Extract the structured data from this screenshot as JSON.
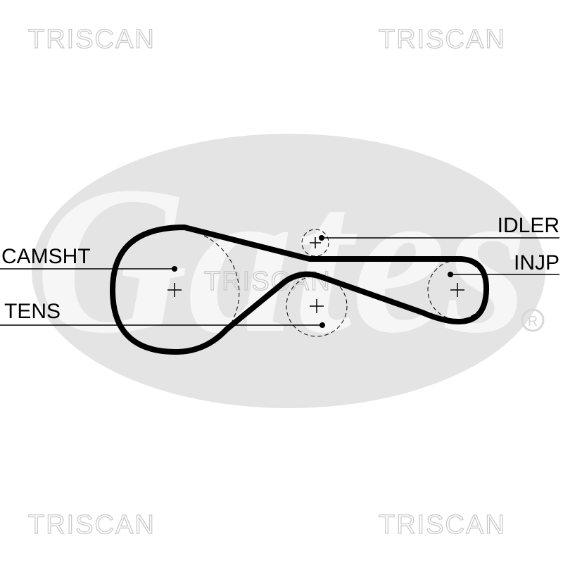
{
  "watermarks": {
    "top_left": "TRISCAN",
    "top_right": "TRISCAN",
    "center": "TRISCAN",
    "bottom_left": "TRISCAN",
    "bottom_right": "TRISCAN"
  },
  "logo": {
    "text": "Gates",
    "registered": "®"
  },
  "labels": {
    "idler": "IDLER",
    "injp": "INJP",
    "camshaft": "CAMSHT",
    "tensioner": "TENS"
  },
  "colors": {
    "belt": "#000000",
    "logo_background": "#e4e4e4",
    "watermark": "#c8c8c8"
  }
}
